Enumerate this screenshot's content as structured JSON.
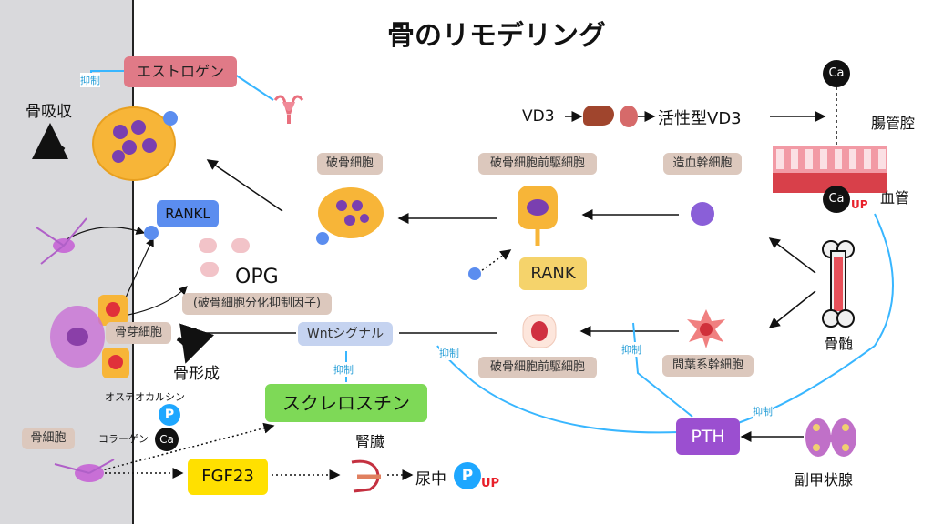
{
  "title": "骨のリモデリング",
  "labels": {
    "estrogen": "エストロゲン",
    "inhibit": "抑制",
    "bone_resorption": "骨吸収",
    "rankl": "RANKL",
    "opg": "OPG",
    "opg_sub": "(破骨細胞分化抑制因子)",
    "osteoblast": "骨芽細胞",
    "bone_formation": "骨形成",
    "osteocalcin": "オステオカルシン",
    "collagen": "コラーゲン",
    "osteocyte": "骨細胞",
    "osteoclast": "破骨細胞",
    "osteoclast_precursor": "破骨細胞前駆細胞",
    "hematopoietic_stem": "造血幹細胞",
    "rank": "RANK",
    "wnt": "Wntシグナル",
    "sclerostin": "スクレロスチン",
    "osteoblast_precursor": "破骨細胞前駆細胞",
    "mesenchymal_stem": "間葉系幹細胞",
    "bone_marrow": "骨髄",
    "pth": "PTH",
    "parathyroid": "副甲状腺",
    "fgf23": "FGF23",
    "kidney": "腎臓",
    "urine": "尿中",
    "vd3": "VD3",
    "active_vd3": "活性型VD3",
    "intestine": "腸管腔",
    "blood_vessel": "血管",
    "ca": "Ca",
    "p": "P",
    "up": "UP"
  },
  "colors": {
    "estrogen_bg": "#e07a87",
    "rankl_bg": "#5b8def",
    "rank_bg": "#f5d36b",
    "wnt_bg": "#c5d3f0",
    "sclerostin_bg": "#7ed957",
    "fgf23_bg": "#ffe000",
    "pth_bg": "#9b4fd0",
    "inhibit_line": "#38b6ff",
    "up_red": "#e8202a",
    "p_blue": "#1ea7ff",
    "tan": "#dcc8bd"
  }
}
